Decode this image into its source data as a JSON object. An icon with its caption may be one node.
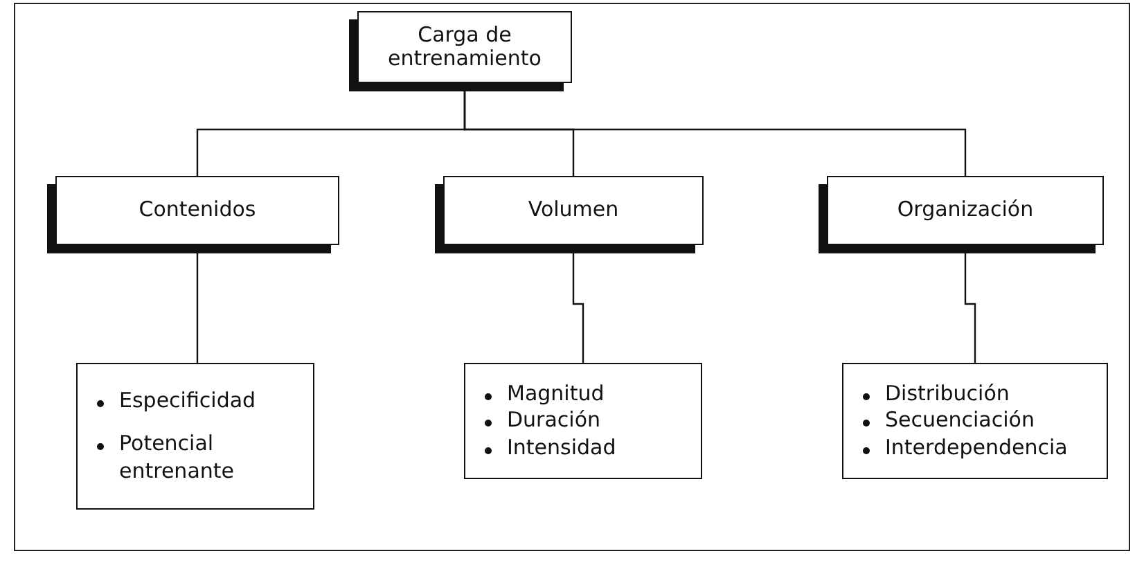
{
  "diagram": {
    "nodes": [
      {
        "text": [
          "Carga de entrenamiento"
        ]
      },
      {
        "text": [
          "Contenidos"
        ]
      },
      {
        "text": [
          "Volumen"
        ]
      },
      {
        "text": [
          "Organización"
        ]
      },
      {
        "text": [
          "Especificidad",
          "Potencial entrenante"
        ]
      },
      {
        "text": [
          "Magnitud",
          "Duración",
          "Intensidad"
        ]
      },
      {
        "text": [
          "Distribución",
          "Secuenciación",
          "Interdependencia"
        ]
      }
    ],
    "edges": [
      {
        "from": 0,
        "to": 1,
        "arrow": "none"
      },
      {
        "from": 0,
        "to": 2,
        "arrow": "none"
      },
      {
        "from": 0,
        "to": 3,
        "arrow": "none"
      },
      {
        "from": 1,
        "to": 4,
        "arrow": "none"
      },
      {
        "from": 2,
        "to": 5,
        "arrow": "none"
      },
      {
        "from": 3,
        "to": 6,
        "arrow": "none"
      }
    ]
  }
}
